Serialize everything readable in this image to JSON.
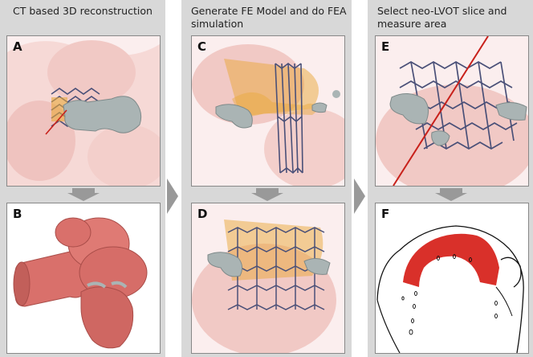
{
  "columns": [
    {
      "title": "CT based 3D reconstruction"
    },
    {
      "title": "Generate FE Model and do FEA simulation"
    },
    {
      "title": "Select neo-LVOT slice and measure area"
    }
  ],
  "panels": {
    "a": "A",
    "b": "B",
    "c": "C",
    "d": "D",
    "e": "E",
    "f": "F"
  },
  "colors": {
    "tissue": "#f2c6c3",
    "stent": "#4a5078",
    "calcium": "#aab4b4",
    "valve": "#e9a83a",
    "heart_model": "#d9706b",
    "slice_line": "#c8211b",
    "lvot_area": "#d9302a"
  }
}
